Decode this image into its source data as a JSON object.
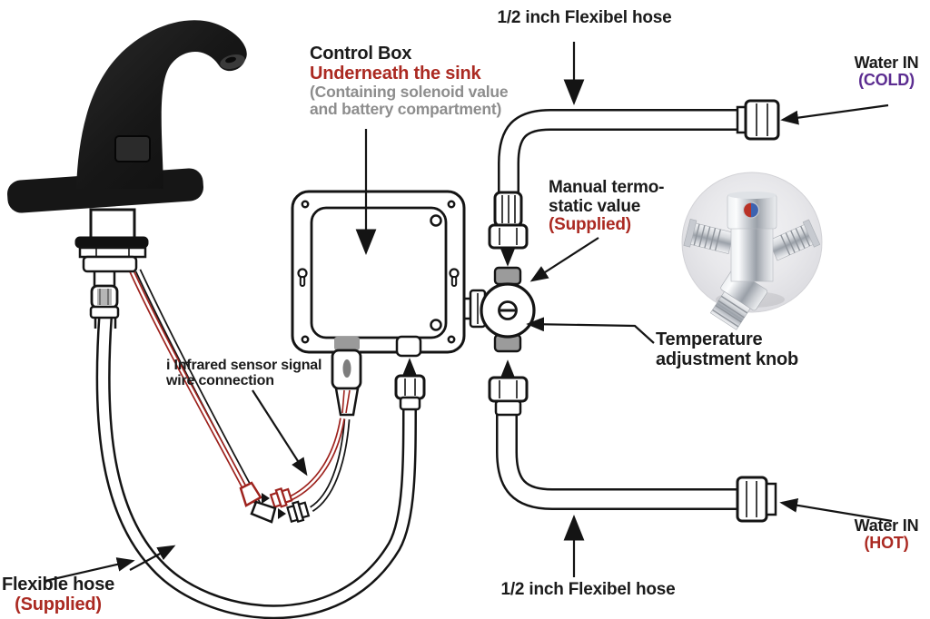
{
  "colors": {
    "emphasis_red": "#ab2a22",
    "cold_purple": "#5c2d91",
    "text_black": "#1b1b1b",
    "note_gray": "#8d8d8d",
    "line_black": "#141414",
    "sensor_wire_red": "#9e231e"
  },
  "labels": {
    "top_hose": "1/2 inch Flexibel hose",
    "bottom_hose": "1/2 inch Flexibel hose",
    "water_in_cold": {
      "title": "Water IN",
      "temp": "(COLD)"
    },
    "water_in_hot": {
      "title": "Water IN",
      "temp": "(HOT)"
    },
    "control_box": {
      "title": "Control Box",
      "location": "Underneath the sink",
      "detail1": "(Containing solenoid value",
      "detail2": "and battery compartment)"
    },
    "mixing_valve": {
      "line1": "Manual termo-",
      "line2": "static value",
      "line3": "(Supplied)"
    },
    "temp_knob": {
      "line1": "Temperature",
      "line2": "adjustment knob"
    },
    "sensor_wire": {
      "line1": "i Infrared sensor signal",
      "line2": "wire connection"
    },
    "flexible_hose": {
      "line1": "Flexible hose",
      "line2": "(Supplied)"
    }
  }
}
